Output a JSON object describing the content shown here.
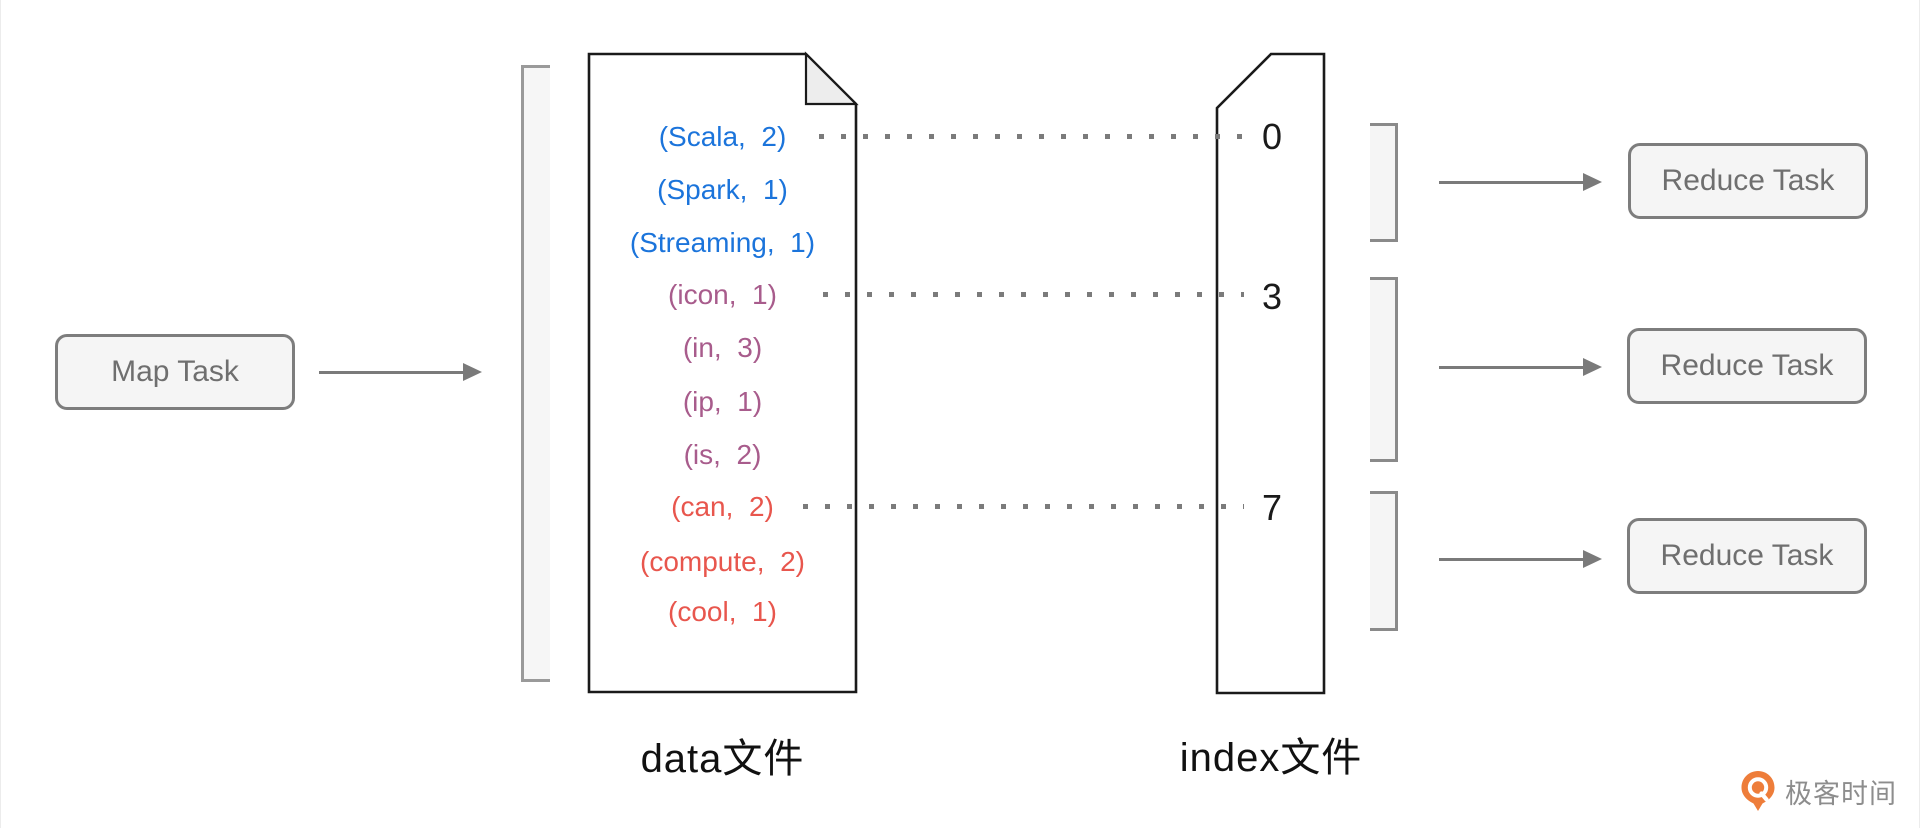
{
  "map_task": {
    "label": "Map Task"
  },
  "data_file": {
    "label": "data文件",
    "rows": [
      {
        "text": "(Scala,  2)",
        "color": "#1b74db"
      },
      {
        "text": "(Spark,  1)",
        "color": "#1b74db"
      },
      {
        "text": "(Streaming,  1)",
        "color": "#1b74db"
      },
      {
        "text": "(icon,  1)",
        "color": "#a85c8c"
      },
      {
        "text": "(in,  3)",
        "color": "#a85c8c"
      },
      {
        "text": "(ip,  1)",
        "color": "#a85c8c"
      },
      {
        "text": "(is,  2)",
        "color": "#a85c8c"
      },
      {
        "text": "(can,  2)",
        "color": "#e8564d"
      },
      {
        "text": "(compute,  2)",
        "color": "#e8564d"
      },
      {
        "text": "(cool,  1)",
        "color": "#e8564d"
      }
    ]
  },
  "index_file": {
    "label": "index文件",
    "entries": [
      {
        "value": "0"
      },
      {
        "value": "3"
      },
      {
        "value": "7"
      }
    ]
  },
  "reduce_tasks": [
    {
      "label": "Reduce Task"
    },
    {
      "label": "Reduce Task"
    },
    {
      "label": "Reduce Task"
    }
  ],
  "logo": {
    "text": "极客时间",
    "icon": "geektime-pin-icon",
    "icon_color": "#ee7d3a",
    "text_color": "#8d8d8d"
  },
  "colors": {
    "pair_blue": "#1b74db",
    "pair_purple": "#a85c8c",
    "pair_red": "#e8564d",
    "task_fill": "#f5f5f5",
    "task_border": "#7d7d7d",
    "task_text": "#6f6f6f",
    "arrow": "#7a7a7a",
    "dots": "#7b7b7b",
    "bracket": "#8a8a8a"
  }
}
